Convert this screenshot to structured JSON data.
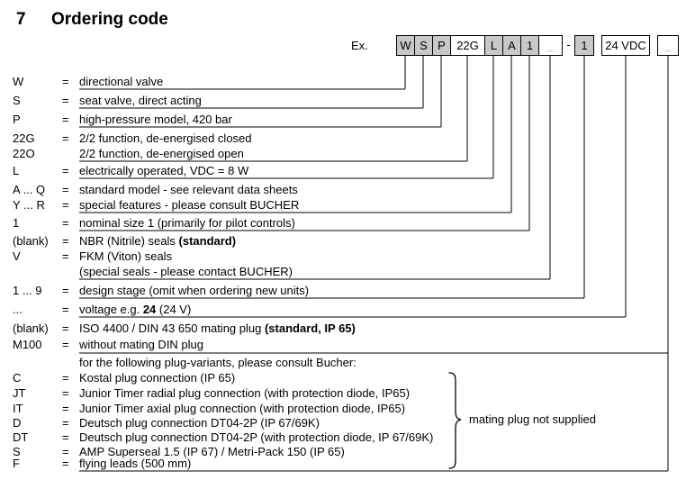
{
  "page": {
    "section_number": "7",
    "title": "Ordering code",
    "example_label": "Ex."
  },
  "example": {
    "boxes": [
      {
        "label": "W"
      },
      {
        "label": "S"
      },
      {
        "label": "P"
      },
      {
        "label": "22G"
      },
      {
        "label": "L"
      },
      {
        "label": "A"
      },
      {
        "label": "1"
      },
      {
        "label": "_"
      },
      {
        "label": "1"
      },
      {
        "label": "24 VDC"
      },
      {
        "label": "_"
      }
    ],
    "separator": "-"
  },
  "rows": [
    {
      "code": "W",
      "eq": "=",
      "pre": "directional valve",
      "bold": "",
      "post": ""
    },
    {
      "code": "S",
      "eq": "=",
      "pre": "seat valve, direct acting",
      "bold": "",
      "post": ""
    },
    {
      "code": "P",
      "eq": "=",
      "pre": "high-pressure model, 420 bar",
      "bold": "",
      "post": ""
    },
    {
      "code": "22G",
      "eq": "=",
      "pre": "2/2 function, de-energised closed",
      "bold": "",
      "post": ""
    },
    {
      "code": "22O",
      "eq": "",
      "pre": "2/2 function, de-energised open",
      "bold": "",
      "post": ""
    },
    {
      "code": "L",
      "eq": "=",
      "pre": "electrically operated, VDC = 8 W",
      "bold": "",
      "post": ""
    },
    {
      "code": "A ... Q",
      "eq": "=",
      "pre": "standard model - see relevant data sheets",
      "bold": "",
      "post": ""
    },
    {
      "code": "Y ... R",
      "eq": "=",
      "pre": "special features - please consult BUCHER",
      "bold": "",
      "post": ""
    },
    {
      "code": "1",
      "eq": "=",
      "pre": "nominal size 1 (primarily for pilot controls)",
      "bold": "",
      "post": ""
    },
    {
      "code": "(blank)",
      "eq": "=",
      "pre": "NBR (Nitrile) seals  ",
      "bold": "(standard)",
      "post": ""
    },
    {
      "code": "V",
      "eq": "=",
      "pre": "FKM (Viton) seals",
      "bold": "",
      "post": ""
    },
    {
      "code": "",
      "eq": "",
      "pre": "(special seals - please contact BUCHER)",
      "bold": "",
      "post": ""
    },
    {
      "code": "1 ... 9",
      "eq": "=",
      "pre": "design stage (omit when ordering new units)",
      "bold": "",
      "post": ""
    },
    {
      "code": "...",
      "eq": "=",
      "pre": "voltage e.g. ",
      "bold": "24",
      "post": " (24 V)"
    },
    {
      "code": "(blank)",
      "eq": "=",
      "pre": "ISO 4400 / DIN 43 650 mating plug ",
      "bold": "(standard, IP 65)",
      "post": ""
    },
    {
      "code": "M100",
      "eq": "=",
      "pre": "without mating DIN plug",
      "bold": "",
      "post": ""
    },
    {
      "code": "",
      "eq": "",
      "pre": "for the following plug-variants, please consult Bucher:",
      "bold": "",
      "post": ""
    },
    {
      "code": "C",
      "eq": "=",
      "pre": "Kostal plug connection (IP 65)",
      "bold": "",
      "post": ""
    },
    {
      "code": "JT",
      "eq": "=",
      "pre": "Junior Timer radial plug connection (with protection diode, IP65)",
      "bold": "",
      "post": ""
    },
    {
      "code": "IT",
      "eq": "=",
      "pre": "Junior Timer axial plug connection (with protection diode, IP65)",
      "bold": "",
      "post": ""
    },
    {
      "code": "D",
      "eq": "=",
      "pre": "Deutsch plug connection DT04-2P (IP 67/69K)",
      "bold": "",
      "post": ""
    },
    {
      "code": "DT",
      "eq": "=",
      "pre": "Deutsch plug connection DT04-2P (with protection diode, IP 67/69K)",
      "bold": "",
      "post": ""
    },
    {
      "code": "S",
      "eq": "=",
      "pre": "AMP Superseal 1.5 (IP 67) / Metri-Pack 150 (IP 65)",
      "bold": "",
      "post": ""
    },
    {
      "code": "F",
      "eq": "=",
      "pre": "flying leads (500 mm)",
      "bold": "",
      "post": ""
    }
  ],
  "brace_note": "mating plug not supplied",
  "colors": {
    "box_fill": "#c8c8c8",
    "box_white": "#ffffff",
    "line": "#000000",
    "muted_text": "#8f8f8f"
  }
}
